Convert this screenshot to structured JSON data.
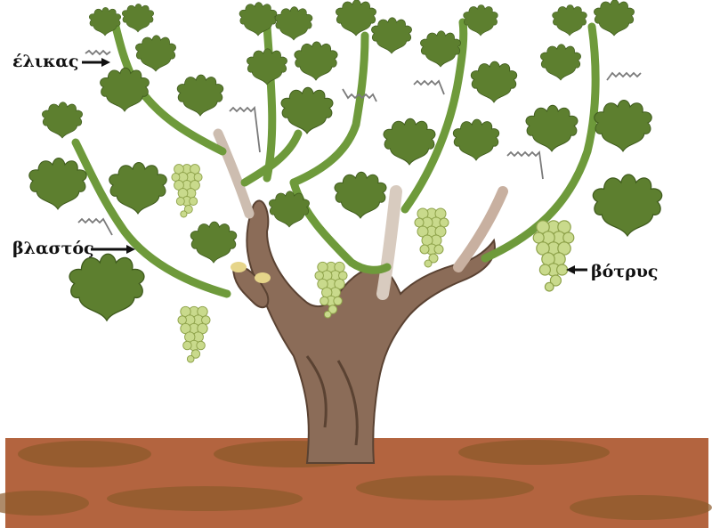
{
  "labels": {
    "tendril": "έλικας",
    "shoot": "βλαστός",
    "bunch": "βότρυς"
  },
  "colors": {
    "soil": "#b0613e",
    "soil_patch": "#8a5a2a",
    "trunk": "#8a6a55",
    "trunk_dark": "#5c4333",
    "leaf": "#5e7f2f",
    "leaf_dark": "#3e5a1c",
    "shoot": "#6f9a3a",
    "grape": "#c8d98a"
  }
}
